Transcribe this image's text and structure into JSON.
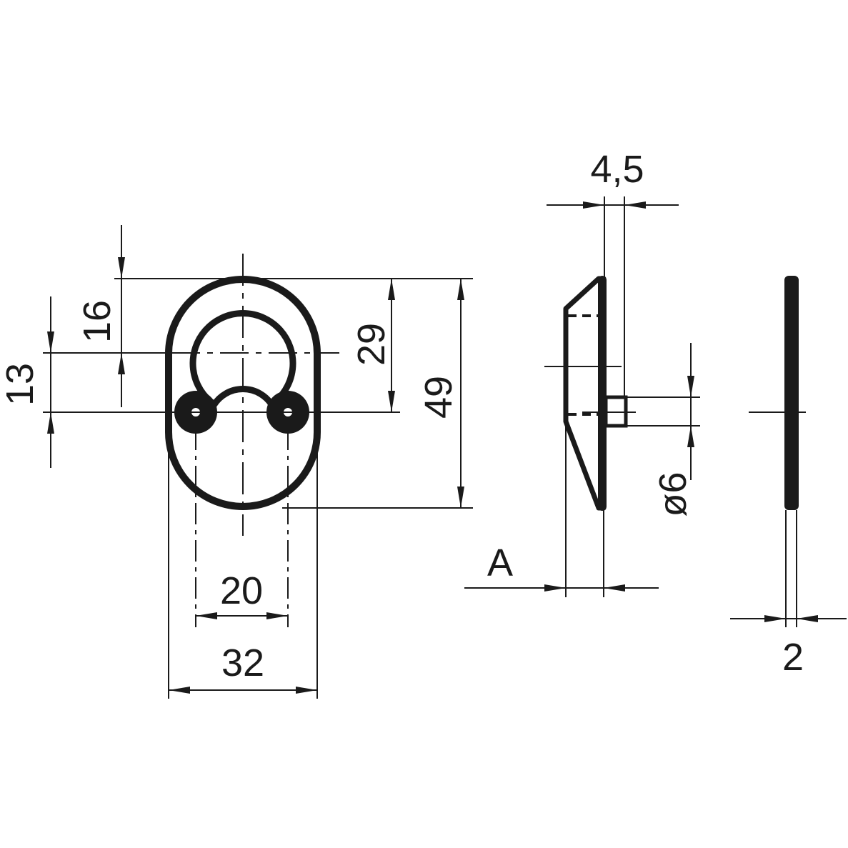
{
  "dimensions": {
    "d4_5": "4,5",
    "d16": "16",
    "d13": "13",
    "d29": "29",
    "d49": "49",
    "d20": "20",
    "d32": "32",
    "d6": "ø6",
    "a": "A",
    "d2": "2"
  },
  "colors": {
    "line": "#1a1a1a",
    "background": "#ffffff"
  }
}
